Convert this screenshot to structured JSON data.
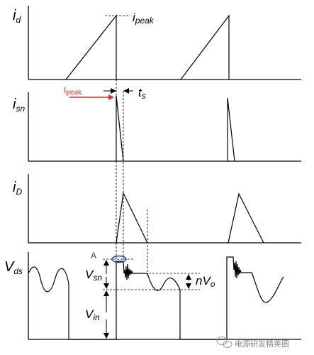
{
  "labels": {
    "id_main": "i",
    "id_sub": "d",
    "ipeak_main": "i",
    "ipeak_sub": "peak",
    "isn_main": "i",
    "isn_sub": "sn",
    "ipeak2_main": "I",
    "ipeak2_sub": "peak",
    "ts_main": "t",
    "ts_sub": "s",
    "iD_main": "i",
    "iD_sub": "D",
    "vds_main": "V",
    "vds_sub": "ds",
    "a_marker": "A",
    "vsn_main": "V",
    "vsn_sub": "sn",
    "vin_main": "V",
    "vin_sub": "in",
    "nvo_main": "nV",
    "nvo_sub": "o"
  },
  "watermark": "电源研发精英圈",
  "colors": {
    "line": "#000000",
    "ipeak_red": "#cc3333",
    "marker_blue": "#2a3f9b"
  }
}
